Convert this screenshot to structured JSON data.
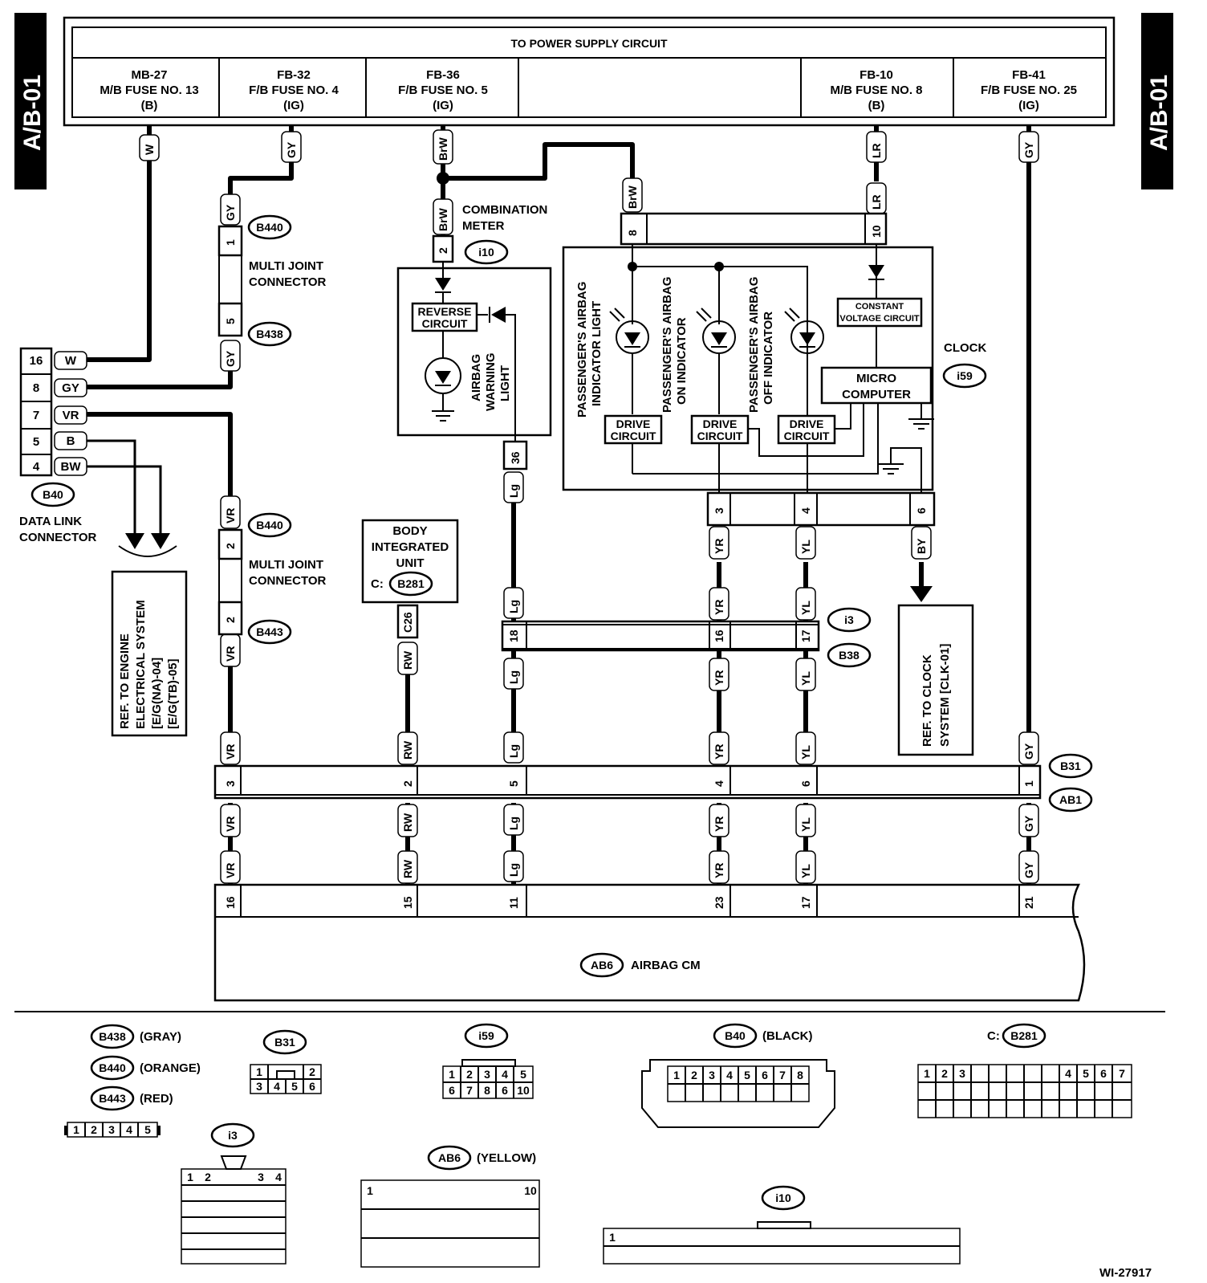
{
  "page_tag": "A/B-01",
  "figure_id": "WI-27917",
  "power_supply": {
    "title": "TO POWER SUPPLY CIRCUIT",
    "fuses": [
      {
        "code": "MB-27",
        "name": "M/B FUSE NO. 13",
        "type": "(B)"
      },
      {
        "code": "FB-32",
        "name": "F/B FUSE NO. 4",
        "type": "(IG)"
      },
      {
        "code": "FB-36",
        "name": "F/B FUSE NO. 5",
        "type": "(IG)"
      },
      {
        "code": "FB-10",
        "name": "M/B FUSE NO. 8",
        "type": "(B)"
      },
      {
        "code": "FB-41",
        "name": "F/B FUSE NO. 25",
        "type": "(IG)"
      }
    ]
  },
  "wire_colors": {
    "W": "W",
    "GY": "GY",
    "BrW": "BrW",
    "LR": "LR",
    "VR": "VR",
    "B": "B",
    "BW": "BW",
    "Lg": "Lg",
    "RW": "RW",
    "YR": "YR",
    "YL": "YL",
    "BY": "BY",
    "C26": "C26"
  },
  "connectors": {
    "B440": "B440",
    "B438": "B438",
    "B443": "B443",
    "B40": "B40",
    "i10": "i10",
    "i59": "i59",
    "B281": "B281",
    "i3": "i3",
    "B38": "B38",
    "B31": "B31",
    "AB1": "AB1",
    "AB6": "AB6"
  },
  "labels": {
    "multi_joint": [
      "MULTI JOINT",
      "CONNECTOR"
    ],
    "combination_meter": [
      "COMBINATION",
      "METER"
    ],
    "reverse_circuit": [
      "REVERSE",
      "CIRCUIT"
    ],
    "airbag_warning": [
      "AIRBAG",
      "WARNING",
      "LIGHT"
    ],
    "pass_indicator": [
      "PASSENGER'S AIRBAG",
      "INDICATOR LIGHT"
    ],
    "pass_on": [
      "PASSENGER'S AIRBAG",
      "ON INDICATOR"
    ],
    "pass_off": [
      "PASSENGER'S AIRBAG",
      "OFF INDICATOR"
    ],
    "constant_voltage": [
      "CONSTANT",
      "VOLTAGE CIRCUIT"
    ],
    "micro": [
      "MICRO",
      "COMPUTER"
    ],
    "drive": [
      "DRIVE",
      "CIRCUIT"
    ],
    "clock": "CLOCK",
    "data_link": [
      "DATA LINK",
      "CONNECTOR"
    ],
    "ref_engine": [
      "REF. TO ENGINE",
      "ELECTRICAL SYSTEM",
      "[E/G(NA)-04]",
      "[E/G(TB)-05]"
    ],
    "body_unit": [
      "BODY",
      "INTEGRATED",
      "UNIT"
    ],
    "c_prefix": "C:",
    "ref_clock": [
      "REF. TO CLOCK",
      "SYSTEM [CLK-01]"
    ],
    "airbag_cm": "AIRBAG CM"
  },
  "pins": {
    "p1": "1",
    "p2": "2",
    "p3": "3",
    "p4": "4",
    "p5": "5",
    "p6": "6",
    "p8": "8",
    "p10": "10",
    "p11": "11",
    "p15": "15",
    "p16": "16",
    "p17": "17",
    "p18": "18",
    "p21": "21",
    "p23": "23",
    "p36": "36",
    "p7": "7"
  },
  "data_link_pins": [
    {
      "pin": "16",
      "wire": "W"
    },
    {
      "pin": "8",
      "wire": "GY"
    },
    {
      "pin": "7",
      "wire": "VR"
    },
    {
      "pin": "5",
      "wire": "B"
    },
    {
      "pin": "4",
      "wire": "BW"
    }
  ],
  "legend": {
    "gray": "(GRAY)",
    "orange": "(ORANGE)",
    "red": "(RED)",
    "black": "(BLACK)",
    "yellow": "(YELLOW)"
  }
}
